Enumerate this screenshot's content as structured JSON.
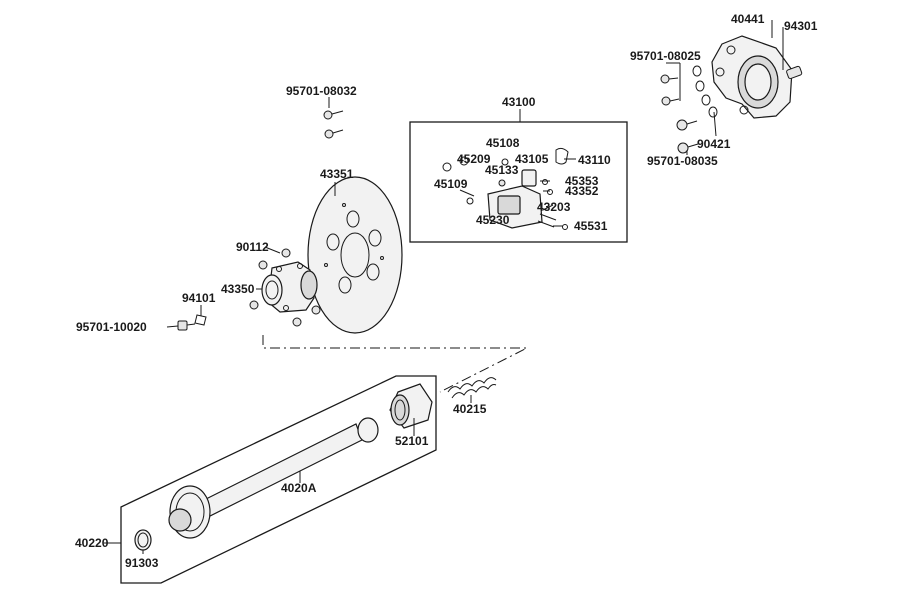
{
  "parts": {
    "p40441": "40441",
    "p94301": "94301",
    "p95701_08025": "95701-08025",
    "p90421": "90421",
    "p95701_08035": "95701-08035",
    "p95701_08032": "95701-08032",
    "p43100": "43100",
    "p45108": "45108",
    "p45209": "45209",
    "p43105": "43105",
    "p43110": "43110",
    "p45133": "45133",
    "p45109": "45109",
    "p45353": "45353",
    "p43352": "43352",
    "p43203": "43203",
    "p45230": "45230",
    "p45531": "45531",
    "p43351": "43351",
    "p90112": "90112",
    "p43350": "43350",
    "p94101": "94101",
    "p95701_10020": "95701-10020",
    "p40215": "40215",
    "p52101": "52101",
    "p4020A": "4020A",
    "p40220": "40220",
    "p91303": "91303"
  }
}
